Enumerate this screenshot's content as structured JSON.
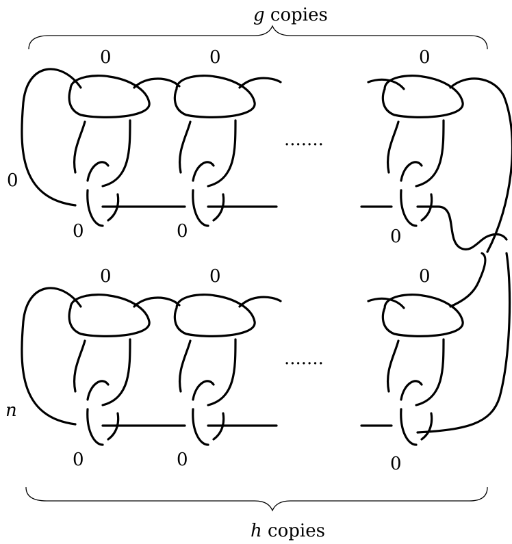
{
  "top_brace_label": {
    "var": "g",
    "text": " copies"
  },
  "bottom_brace_label": {
    "var": "h",
    "text": " copies"
  },
  "framings": {
    "top_row": [
      "0",
      "0",
      "0"
    ],
    "top_row_meridian": [
      "0",
      "0",
      "0"
    ],
    "bottom_row": [
      "0",
      "0",
      "0"
    ],
    "bottom_row_meridian": [
      "0",
      "0",
      "0"
    ],
    "left_top": "0",
    "left_bottom": "n"
  },
  "ellipsis": "......."
}
